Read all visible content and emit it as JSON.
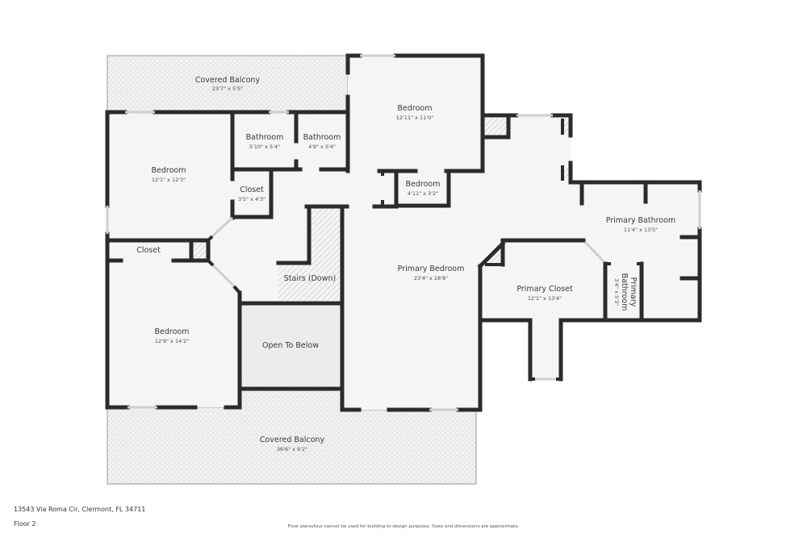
{
  "colors": {
    "wall": "#2b2b2b",
    "room_fill": "#f5f5f5",
    "open_below_fill": "#ececec",
    "balcony_fill": "#f0f0f0",
    "text": "#3a3a3a"
  },
  "rooms": {
    "balcony_top": {
      "name": "Covered Balcony",
      "dims": "23'7\" x 5'5\""
    },
    "bedroom_top": {
      "name": "Bedroom",
      "dims": "12'11\" x 11'0\""
    },
    "bathroom_1": {
      "name": "Bathroom",
      "dims": "5'10\" x 5'4\""
    },
    "bathroom_2": {
      "name": "Bathroom",
      "dims": "4'9\" x 5'4\""
    },
    "bedroom_left": {
      "name": "Bedroom",
      "dims": "12'1\" x 12'3\""
    },
    "closet_small": {
      "name": "Closet",
      "dims": "3'5\" x 4'3\""
    },
    "bedroom_small": {
      "name": "Bedroom",
      "dims": "4'11\" x 3'2\""
    },
    "closet_left": {
      "name": "Closet",
      "dims": ""
    },
    "stairs": {
      "name": "Stairs (Down)",
      "dims": ""
    },
    "open_below": {
      "name": "Open To Below",
      "dims": ""
    },
    "bedroom_bottom": {
      "name": "Bedroom",
      "dims": "12'9\" x 14'2\""
    },
    "primary_bedroom": {
      "name": "Primary Bedroom",
      "dims": "23'4\" x 28'8\""
    },
    "primary_bathroom": {
      "name": "Primary Bathroom",
      "dims": "11'4\" x 13'5\""
    },
    "primary_closet": {
      "name": "Primary Closet",
      "dims": "12'1\" x 13'4\""
    },
    "primary_wc": {
      "name_line1": "Primary",
      "name_line2": "Bathroom",
      "dims": "3'4\" x 5'3\""
    },
    "balcony_bottom": {
      "name": "Covered Balcony",
      "dims": "36'6\" x 9'2\""
    }
  },
  "footer": {
    "address": "13543 Via Roma Cir, Clermont, FL 34711",
    "floor": "Floor 2",
    "disclaimer": "Floor plans/tour cannot be used for building or design purposes. Sizes and dimensions are approximate."
  }
}
